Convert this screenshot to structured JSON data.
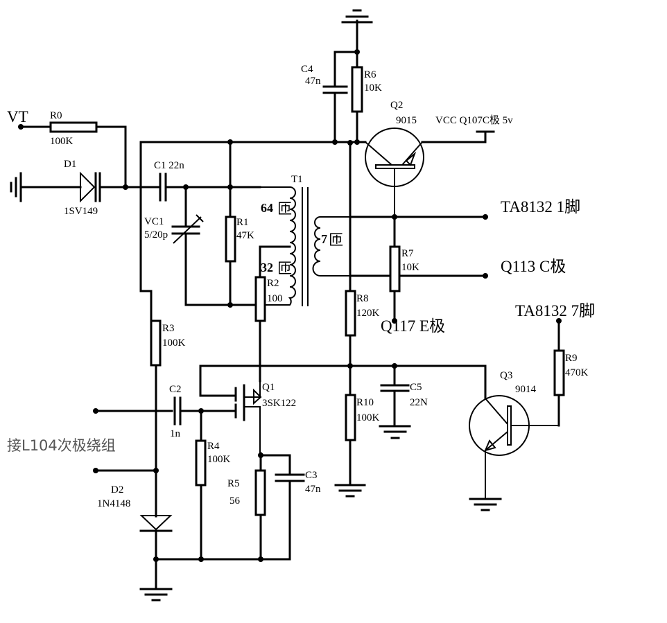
{
  "schematic": {
    "colors": {
      "wire": "#000000",
      "background": "#ffffff",
      "chinese_text": "#555555"
    },
    "nets": {
      "vt": "VT",
      "vcc": "VCC Q107C极  5v",
      "ta8132_pin1": "TA8132  1脚",
      "q113_c": "Q113  C极",
      "q117_e": "Q117  E极",
      "ta8132_pin7": "TA8132  7脚",
      "l104": "接L104次极绕组"
    },
    "components": {
      "R0": {
        "ref": "R0",
        "value": "100K"
      },
      "D1": {
        "ref": "D1",
        "value": "1SV149"
      },
      "C1": {
        "ref": "C1 22n"
      },
      "VC1": {
        "ref": "VC1",
        "value": "5/20p"
      },
      "R1": {
        "ref": "R1",
        "value": "47K"
      },
      "T1": {
        "ref": "T1",
        "primary_top": "64",
        "primary_bottom": "32",
        "secondary": "7",
        "turn_unit": "匝"
      },
      "R2": {
        "ref": "R2",
        "value": "100"
      },
      "C4": {
        "ref": "C4",
        "value": "47n"
      },
      "R6": {
        "ref": "R6",
        "value": "10K"
      },
      "Q2": {
        "ref": "Q2",
        "value": "9015"
      },
      "R7": {
        "ref": "R7",
        "value": "10K"
      },
      "R8": {
        "ref": "R8",
        "value": "120K"
      },
      "R3": {
        "ref": "R3",
        "value": "100K"
      },
      "C2": {
        "ref": "C2",
        "value": "1n"
      },
      "Q1": {
        "ref": "Q1",
        "value": "3SK122"
      },
      "R4": {
        "ref": "R4",
        "value": "100K"
      },
      "R5": {
        "ref": "R5",
        "value": "56"
      },
      "C3": {
        "ref": "C3",
        "value": "47n"
      },
      "D2": {
        "ref": "D2",
        "value": "1N4148"
      },
      "R10": {
        "ref": "R10",
        "value": "100K"
      },
      "C5": {
        "ref": "C5",
        "value": "22N"
      },
      "Q3": {
        "ref": "Q3",
        "value": "9014"
      },
      "R9": {
        "ref": "R9",
        "value": "470K"
      }
    }
  }
}
